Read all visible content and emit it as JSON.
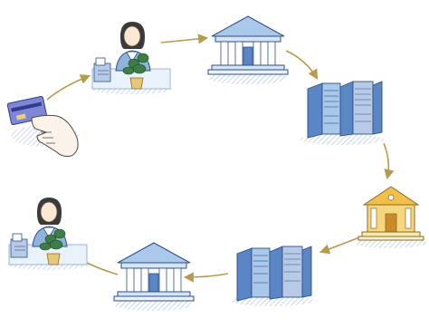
{
  "diagram": {
    "type": "payment-flow-cycle",
    "nodes": [
      {
        "id": "card-in-hand",
        "icon": "credit-card-hand-icon"
      },
      {
        "id": "merchant-top",
        "icon": "cashier-woman-icon"
      },
      {
        "id": "bank-top",
        "icon": "bank-building-icon"
      },
      {
        "id": "servers-right",
        "icon": "server-rack-icon"
      },
      {
        "id": "issuer-bank",
        "icon": "small-bank-house-icon"
      },
      {
        "id": "servers-bottom",
        "icon": "server-rack-icon"
      },
      {
        "id": "bank-bottom",
        "icon": "bank-building-icon"
      },
      {
        "id": "merchant-bottom",
        "icon": "cashier-woman-icon"
      }
    ],
    "edges": [
      {
        "from": "card-in-hand",
        "to": "merchant-top"
      },
      {
        "from": "merchant-top",
        "to": "bank-top"
      },
      {
        "from": "bank-top",
        "to": "servers-right"
      },
      {
        "from": "servers-right",
        "to": "issuer-bank"
      },
      {
        "from": "issuer-bank",
        "to": "servers-bottom"
      },
      {
        "from": "servers-bottom",
        "to": "bank-bottom"
      },
      {
        "from": "bank-bottom",
        "to": "merchant-bottom"
      }
    ],
    "colors": {
      "arrow": "#b89a4e",
      "bank_blue": "#a9c8ea",
      "bank_outline": "#2d4f8a",
      "server_blue": "#8fb4dc",
      "issuer_yellow": "#f2c04a",
      "shadow_blue": "#5a86c4"
    }
  }
}
